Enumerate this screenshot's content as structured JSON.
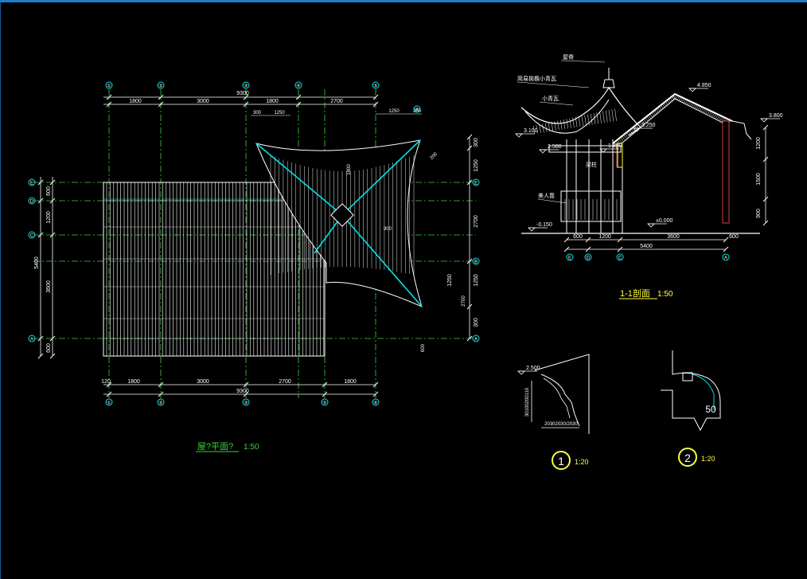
{
  "colors": {
    "background": "#000000",
    "cyan": "#00e5e5",
    "green": "#3cd23c",
    "yellow": "#ffff40",
    "white": "#ffffff",
    "red": "#d24040"
  },
  "plan": {
    "title": "屋?平面?",
    "scale": "1:50",
    "axes_top": [
      "①",
      "②",
      "③",
      "④",
      "⑤"
    ],
    "axes_bottom": [
      "①",
      "②",
      "③",
      "⑤",
      "⑥"
    ],
    "axes_left": [
      "E",
      "D",
      "C",
      "A"
    ],
    "axes_right": [
      "E",
      "B",
      "A"
    ],
    "dims_top": [
      "1800",
      "3000",
      "1800",
      "2700"
    ],
    "dim_top_total": "9300",
    "dims_top_small": [
      "300",
      "1250"
    ],
    "dims_top_right": [
      "1250",
      "300"
    ],
    "dims_bottom": [
      "120",
      "1800",
      "3000",
      "2700",
      "1800"
    ],
    "dim_bottom_total": "9300",
    "dims_left": [
      "600",
      "1200",
      "3600",
      "600"
    ],
    "dim_left_total": "5400",
    "dims_right": [
      "300",
      "1250",
      "2700",
      "1250",
      "300"
    ],
    "dim_misc": [
      "200",
      "1800",
      "900",
      "2700",
      "600"
    ]
  },
  "section": {
    "title": "1-1剖面",
    "scale": "1:50",
    "elevations": [
      "4.850",
      "3.250",
      "3.100",
      "2.500",
      "1.800",
      "3.800",
      "±0.000",
      "-0.150"
    ],
    "labels": [
      "屋脊",
      "梁柱",
      "小青瓦",
      "简易挑檐小青瓦",
      "美人靠"
    ],
    "dims_bottom": [
      "600",
      "1200",
      "3600",
      "600"
    ],
    "dim_bottom_total": "5400",
    "dims_right": [
      "1200",
      "1500",
      "900"
    ],
    "axes": [
      "E",
      "D",
      "C",
      "A"
    ]
  },
  "detail1": {
    "number": "1",
    "scale": "1:20",
    "elevation": "2.500",
    "dims": "20302030/2030"
  },
  "detail2": {
    "number": "2",
    "scale": "1:20",
    "dim": "50"
  }
}
